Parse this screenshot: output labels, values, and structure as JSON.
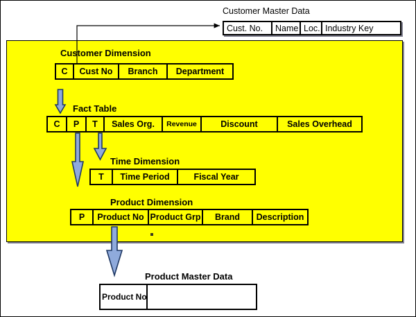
{
  "diagram": {
    "title_top": "Customer Master Data",
    "title_bottom": "Product Master Data",
    "panel_color": "#ffff00",
    "arrow_fill": "#8faadc",
    "arrow_stroke": "#1f3864",
    "line_color": "#000000"
  },
  "customer_master_data": {
    "caption": "Customer Master Data",
    "columns": [
      "Cust. No.",
      "Name",
      "Loc.",
      "Industry Key",
      ""
    ]
  },
  "customer_dimension": {
    "caption": "Customer Dimension",
    "columns": [
      "C",
      "Cust No",
      "Branch",
      "Department"
    ]
  },
  "fact_table": {
    "caption": "Fact Table",
    "columns": [
      "C",
      "P",
      "T",
      "Sales Org.",
      "Revenue",
      "Discount",
      "Sales Overhead"
    ]
  },
  "time_dimension": {
    "caption": "Time Dimension",
    "columns": [
      "T",
      "Time Period",
      "Fiscal Year"
    ]
  },
  "product_dimension": {
    "caption": "Product Dimension",
    "columns": [
      "P",
      "Product No",
      "Product Grp",
      "Brand",
      "Description"
    ]
  },
  "product_master_data": {
    "caption": "Product Master Data",
    "columns": [
      "Product No",
      ""
    ]
  },
  "arrows": [
    {
      "name": "fact-to-customer-dimension",
      "direction": "up"
    },
    {
      "name": "fact-to-time-dimension",
      "direction": "down"
    },
    {
      "name": "fact-to-product-dimension",
      "direction": "down"
    },
    {
      "name": "product-dimension-to-product-master",
      "direction": "down"
    },
    {
      "name": "customer-dimension-to-customer-master",
      "direction": "right"
    }
  ]
}
